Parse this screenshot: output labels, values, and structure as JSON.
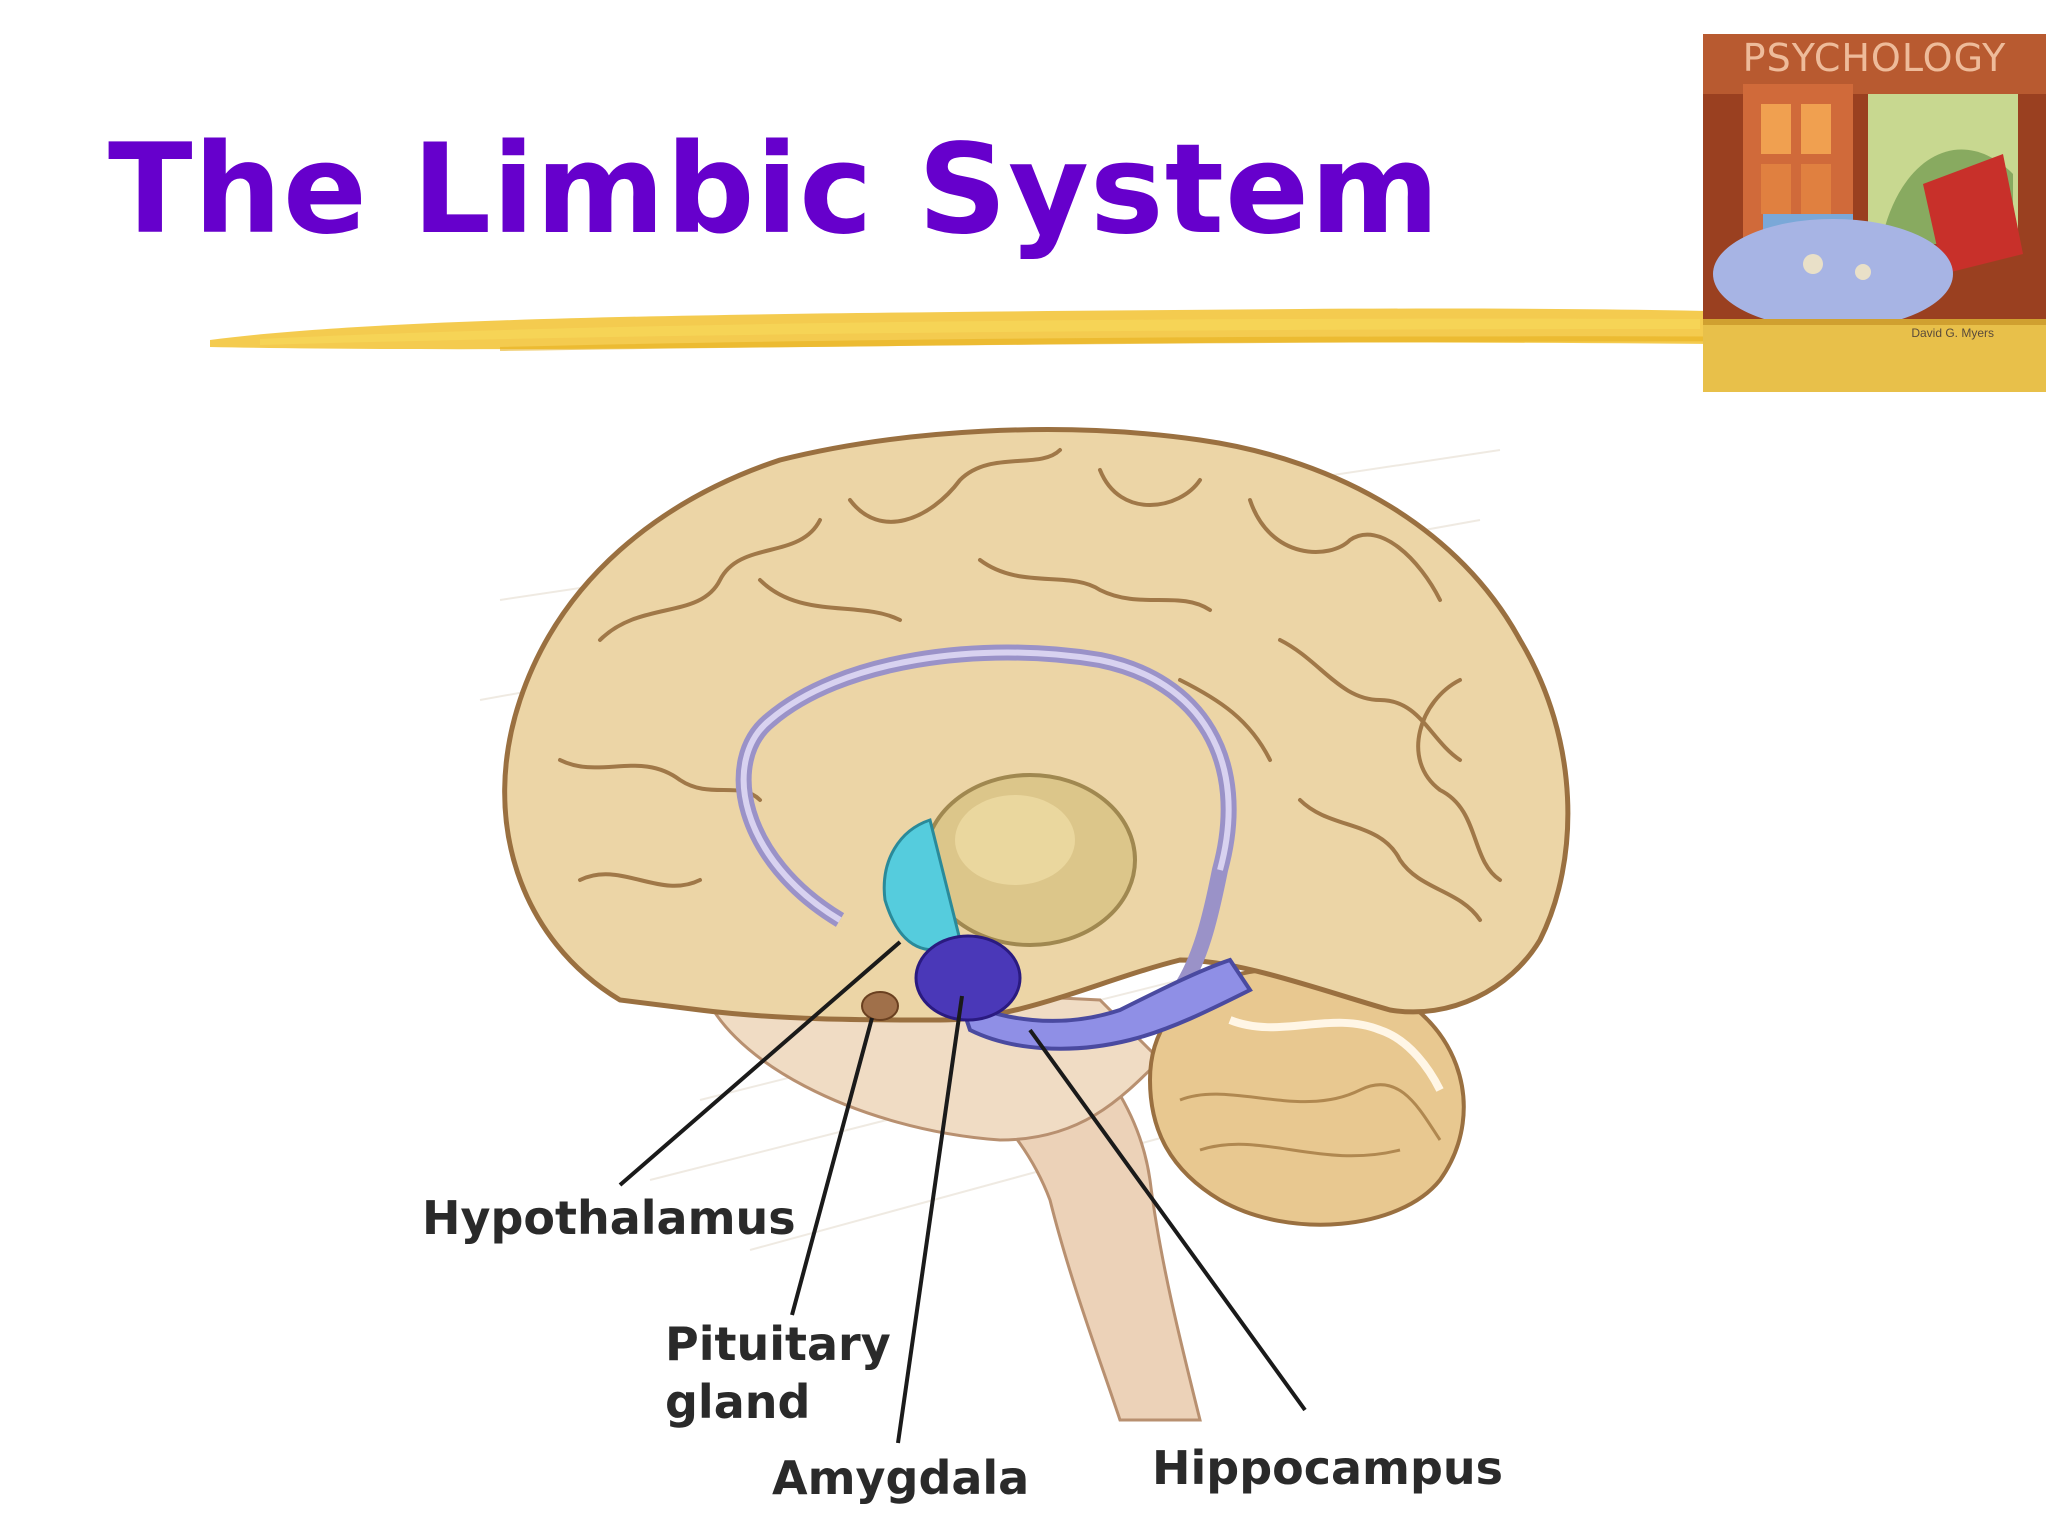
{
  "slide": {
    "title": "The Limbic System"
  },
  "book_cover": {
    "title": "PSYCHOLOGY",
    "author": "David G. Myers"
  },
  "labels": {
    "hypothalamus": "Hypothalamus",
    "pituitary_line1": "Pituitary",
    "pituitary_line2": "gland",
    "amygdala": "Amygdala",
    "hippocampus": "Hippocampus"
  },
  "colors": {
    "title": "#6600cc",
    "brush_stroke": "#f2c230",
    "brain_tissue": "#ecd5a6",
    "hippocampus": "#8f8fe6",
    "amygdala": "#4a38b8",
    "hypothalamus": "#55ccdd",
    "pituitary": "#a0704a"
  }
}
